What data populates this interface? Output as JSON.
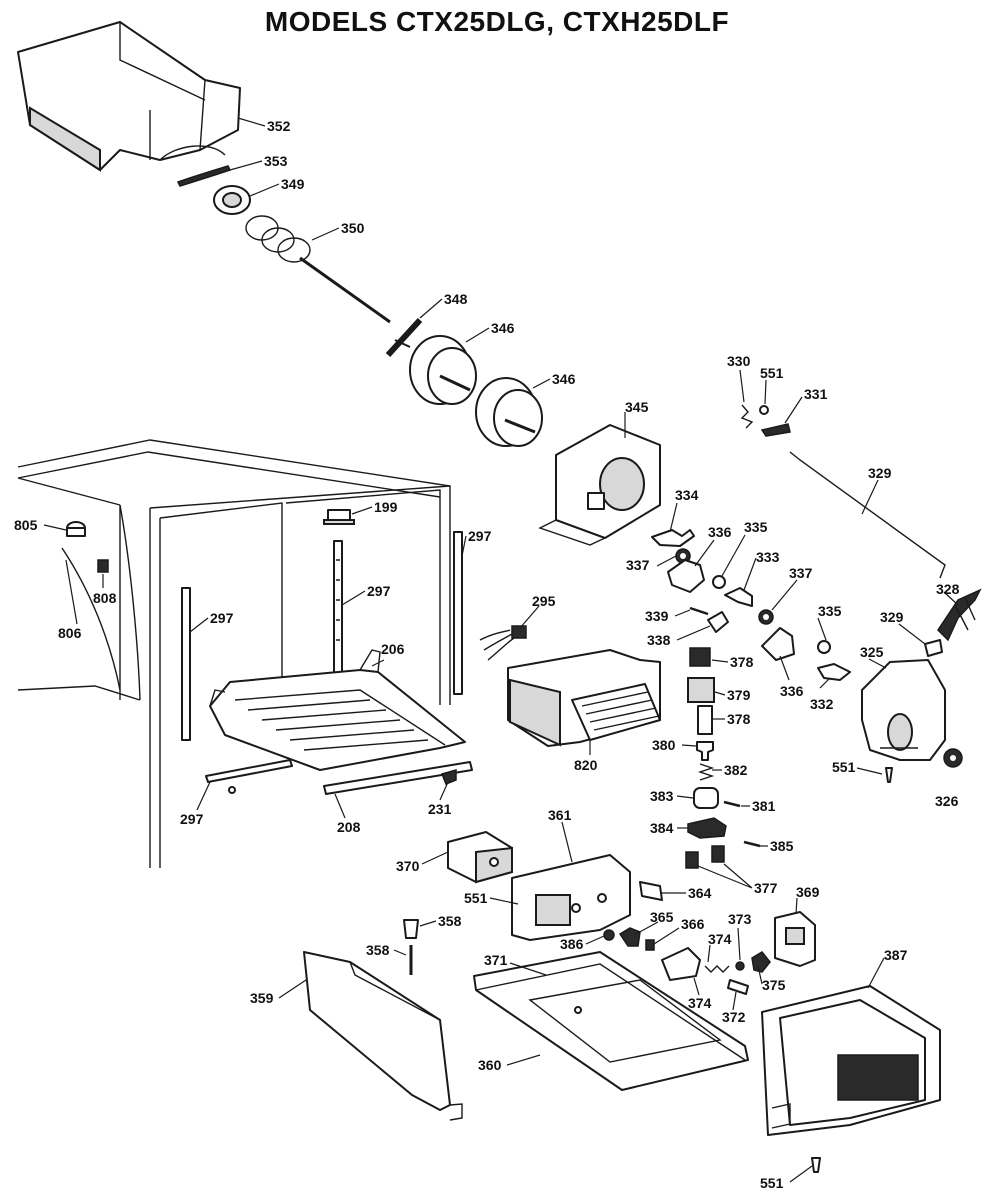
{
  "title": "MODELS CTX25DLG, CTXH25DLF",
  "callouts": [
    {
      "id": "c352",
      "text": "352"
    },
    {
      "id": "c353",
      "text": "353"
    },
    {
      "id": "c349",
      "text": "349"
    },
    {
      "id": "c350",
      "text": "350"
    },
    {
      "id": "c348",
      "text": "348"
    },
    {
      "id": "c346a",
      "text": "346"
    },
    {
      "id": "c346b",
      "text": "346"
    },
    {
      "id": "c345",
      "text": "345"
    },
    {
      "id": "c330",
      "text": "330"
    },
    {
      "id": "c551a",
      "text": "551"
    },
    {
      "id": "c331",
      "text": "331"
    },
    {
      "id": "c329a",
      "text": "329"
    },
    {
      "id": "c334",
      "text": "334"
    },
    {
      "id": "c336a",
      "text": "336"
    },
    {
      "id": "c335a",
      "text": "335"
    },
    {
      "id": "c337a",
      "text": "337"
    },
    {
      "id": "c333",
      "text": "333"
    },
    {
      "id": "c337b",
      "text": "337"
    },
    {
      "id": "c328",
      "text": "328"
    },
    {
      "id": "c329b",
      "text": "329"
    },
    {
      "id": "c335b",
      "text": "335"
    },
    {
      "id": "c339",
      "text": "339"
    },
    {
      "id": "c338",
      "text": "338"
    },
    {
      "id": "c336b",
      "text": "336"
    },
    {
      "id": "c332",
      "text": "332"
    },
    {
      "id": "c325",
      "text": "325"
    },
    {
      "id": "c378a",
      "text": "378"
    },
    {
      "id": "c379",
      "text": "379"
    },
    {
      "id": "c378b",
      "text": "378"
    },
    {
      "id": "c380",
      "text": "380"
    },
    {
      "id": "c382",
      "text": "382"
    },
    {
      "id": "c551b",
      "text": "551"
    },
    {
      "id": "c326",
      "text": "326"
    },
    {
      "id": "c383",
      "text": "383"
    },
    {
      "id": "c381",
      "text": "381"
    },
    {
      "id": "c384",
      "text": "384"
    },
    {
      "id": "c385",
      "text": "385"
    },
    {
      "id": "c377",
      "text": "377"
    },
    {
      "id": "c820",
      "text": "820"
    },
    {
      "id": "c295",
      "text": "295"
    },
    {
      "id": "c805",
      "text": "805"
    },
    {
      "id": "c808",
      "text": "808"
    },
    {
      "id": "c806",
      "text": "806"
    },
    {
      "id": "c199",
      "text": "199"
    },
    {
      "id": "c297a",
      "text": "297"
    },
    {
      "id": "c297b",
      "text": "297"
    },
    {
      "id": "c297c",
      "text": "297"
    },
    {
      "id": "c206",
      "text": "206"
    },
    {
      "id": "c297d",
      "text": "297"
    },
    {
      "id": "c208",
      "text": "208"
    },
    {
      "id": "c231",
      "text": "231"
    },
    {
      "id": "c370",
      "text": "370"
    },
    {
      "id": "c361",
      "text": "361"
    },
    {
      "id": "c551c",
      "text": "551"
    },
    {
      "id": "c364",
      "text": "364"
    },
    {
      "id": "c369",
      "text": "369"
    },
    {
      "id": "c365",
      "text": "365"
    },
    {
      "id": "c366",
      "text": "366"
    },
    {
      "id": "c373",
      "text": "373"
    },
    {
      "id": "c386",
      "text": "386"
    },
    {
      "id": "c374a",
      "text": "374"
    },
    {
      "id": "c358a",
      "text": "358"
    },
    {
      "id": "c358b",
      "text": "358"
    },
    {
      "id": "c371",
      "text": "371"
    },
    {
      "id": "c375",
      "text": "375"
    },
    {
      "id": "c374b",
      "text": "374"
    },
    {
      "id": "c372",
      "text": "372"
    },
    {
      "id": "c387",
      "text": "387"
    },
    {
      "id": "c359",
      "text": "359"
    },
    {
      "id": "c360",
      "text": "360"
    },
    {
      "id": "c551d",
      "text": "551"
    }
  ]
}
